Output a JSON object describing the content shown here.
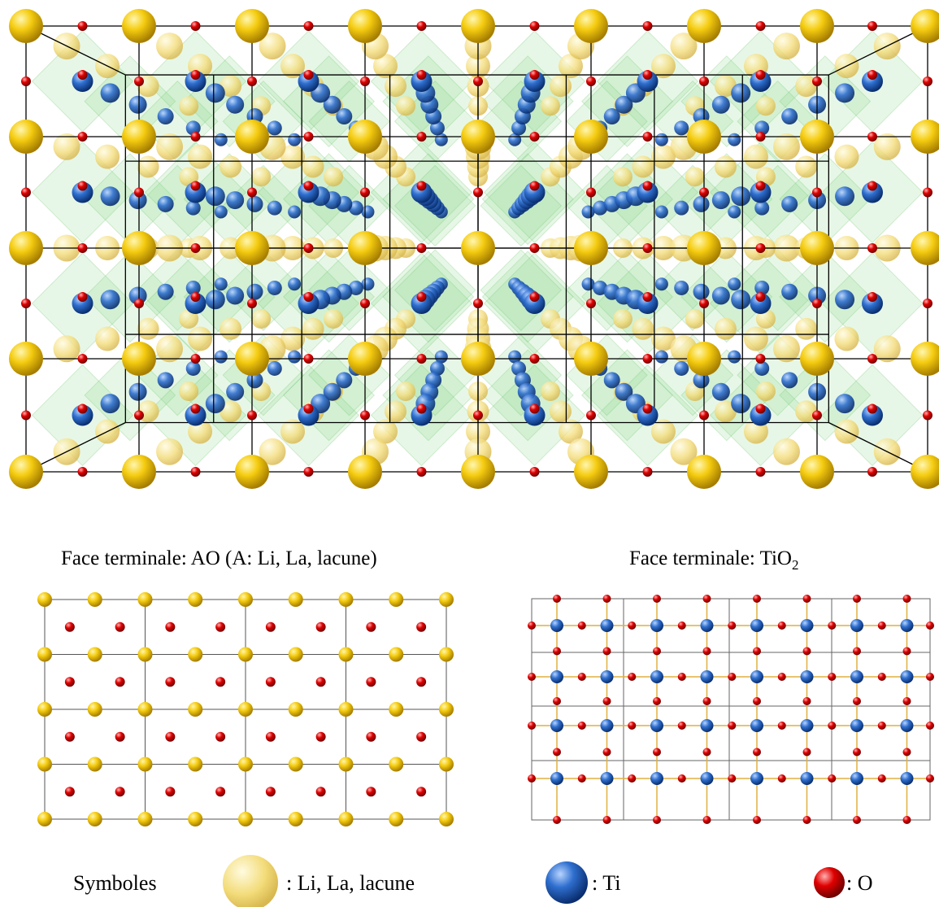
{
  "captions": {
    "ao_face": "Face terminale: AO (A: Li, La, lacune)",
    "tio2_face_prefix": "Face terminale: TiO",
    "tio2_face_sub": "2"
  },
  "legend": {
    "title": "Symboles",
    "a_site": ":   Li, La, lacune",
    "ti": ":   Ti",
    "o": ":   O"
  },
  "colors": {
    "a_site": "#f2c200",
    "ti": "#2f6fcf",
    "o": "#e00000",
    "octahedra": "#7cd27c",
    "bond": "#e0b040",
    "line": "#000000"
  }
}
